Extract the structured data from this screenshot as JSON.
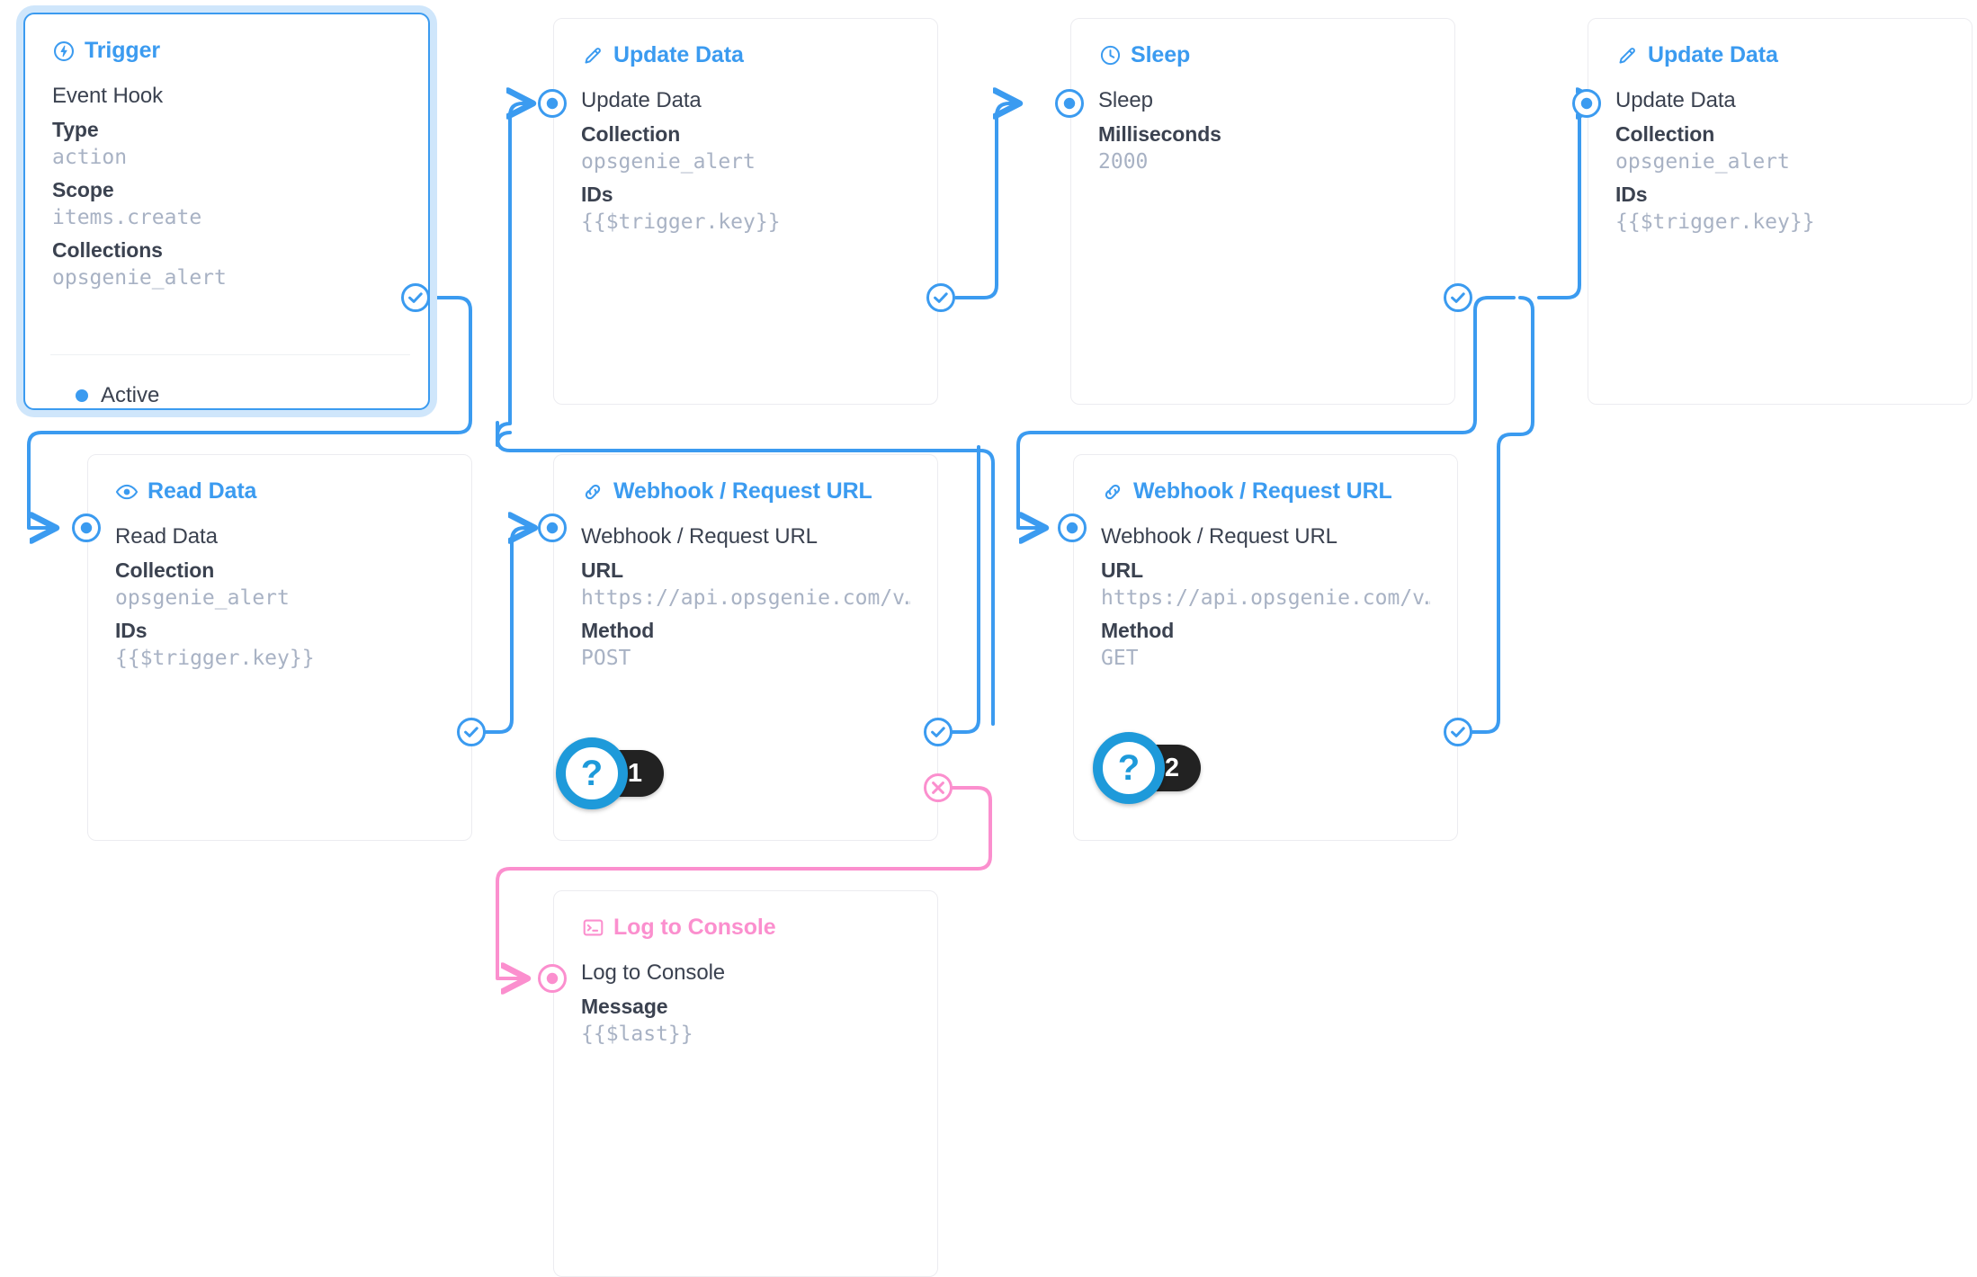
{
  "canvas": {
    "background": "#ffffff",
    "accent_blue": "#3b9bf0",
    "accent_pink": "#fb8fce",
    "value_gray": "#a8b2c4",
    "label_dark": "#3b4250",
    "badge_dark": "#222222"
  },
  "nodes": [
    {
      "id": "trigger",
      "title": "Trigger",
      "icon": "bolt-circle-icon",
      "accent": "blue",
      "selected": true,
      "op_name": "Event Hook",
      "fields": [
        {
          "label": "Type",
          "value": "action"
        },
        {
          "label": "Scope",
          "value": "items.create"
        },
        {
          "label": "Collections",
          "value": "opsgenie_alert"
        }
      ],
      "status": {
        "label": "Active",
        "dot_color": "#3b9bf0"
      }
    },
    {
      "id": "update-data-1",
      "title": "Update Data",
      "icon": "pencil-icon",
      "accent": "blue",
      "selected": false,
      "op_name": "Update Data",
      "fields": [
        {
          "label": "Collection",
          "value": "opsgenie_alert"
        },
        {
          "label": "IDs",
          "value": "{{$trigger.key}}"
        }
      ]
    },
    {
      "id": "sleep",
      "title": "Sleep",
      "icon": "clock-icon",
      "accent": "blue",
      "selected": false,
      "op_name": "Sleep",
      "fields": [
        {
          "label": "Milliseconds",
          "value": "2000"
        }
      ]
    },
    {
      "id": "update-data-2",
      "title": "Update Data",
      "icon": "pencil-icon",
      "accent": "blue",
      "selected": false,
      "op_name": "Update Data",
      "fields": [
        {
          "label": "Collection",
          "value": "opsgenie_alert"
        },
        {
          "label": "IDs",
          "value": "{{$trigger.key}}"
        }
      ]
    },
    {
      "id": "read-data",
      "title": "Read Data",
      "icon": "eye-icon",
      "accent": "blue",
      "selected": false,
      "op_name": "Read Data",
      "fields": [
        {
          "label": "Collection",
          "value": "opsgenie_alert"
        },
        {
          "label": "IDs",
          "value": "{{$trigger.key}}"
        }
      ]
    },
    {
      "id": "webhook-post",
      "title": "Webhook / Request URL",
      "icon": "link-icon",
      "accent": "blue",
      "selected": false,
      "op_name": "Webhook / Request URL",
      "fields": [
        {
          "label": "URL",
          "value": "https://api.opsgenie.com/v…"
        },
        {
          "label": "Method",
          "value": "POST"
        }
      ]
    },
    {
      "id": "webhook-get",
      "title": "Webhook / Request URL",
      "icon": "link-icon",
      "accent": "blue",
      "selected": false,
      "op_name": "Webhook / Request URL",
      "fields": [
        {
          "label": "URL",
          "value": "https://api.opsgenie.com/v…"
        },
        {
          "label": "Method",
          "value": "GET"
        }
      ]
    },
    {
      "id": "log-to-console",
      "title": "Log to Console",
      "icon": "console-icon",
      "accent": "pink",
      "selected": false,
      "op_name": "Log to Console",
      "fields": [
        {
          "label": "Message",
          "value": "{{$last}}"
        }
      ]
    }
  ],
  "badges": [
    {
      "id": "badge-1",
      "glyph": "?",
      "count": "1"
    },
    {
      "id": "badge-2",
      "glyph": "?",
      "count": "2"
    }
  ]
}
